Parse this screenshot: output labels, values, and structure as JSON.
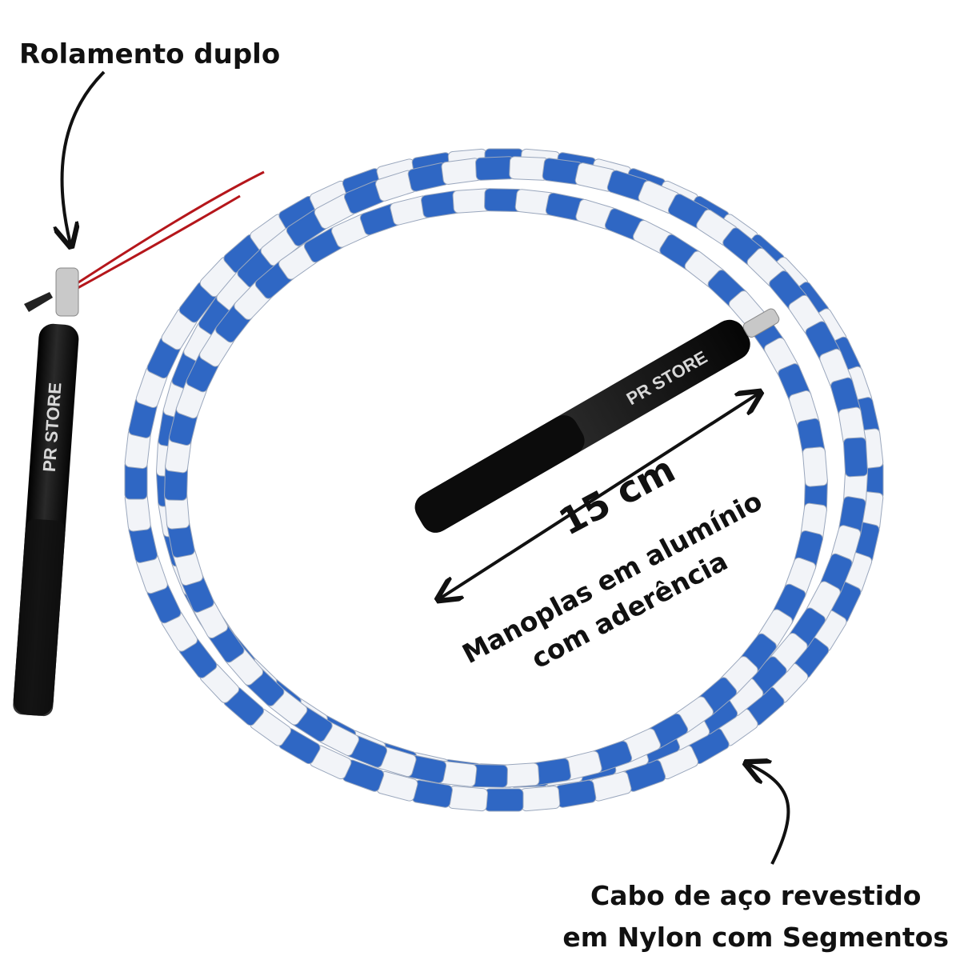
{
  "annotations": {
    "rolamento": "Rolamento duplo",
    "length": "15 cm",
    "handles_line1": "Manoplas em alumínio",
    "handles_line2": "com aderência",
    "cable_line1": "Cabo de aço revestido",
    "cable_line2": "em Nylon com Segmentos"
  },
  "brand": "PR STORE",
  "colors": {
    "segment_blue": "#2f67c4",
    "segment_white": "#f2f4f8",
    "handle_black": "#151515",
    "cable_red": "#b5161b",
    "text": "#111111"
  },
  "icons": [
    "arrow-icon",
    "double-arrow-icon",
    "brand-logo-icon"
  ]
}
